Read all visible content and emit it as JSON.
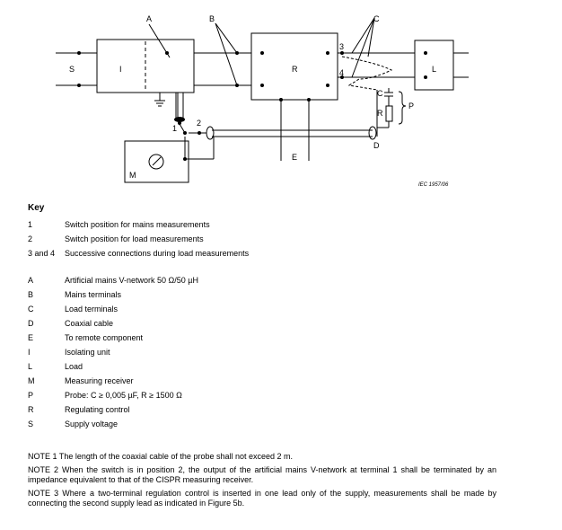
{
  "diagram": {
    "labels": {
      "A": "A",
      "B": "B",
      "C_top": "C",
      "S": "S",
      "I": "I",
      "R": "R",
      "L": "L",
      "M": "M",
      "E": "E",
      "D": "D",
      "P": "P",
      "C_probe": "C",
      "R_probe": "R",
      "t1": "1",
      "t2": "2",
      "t3": "3",
      "t4": "4"
    },
    "iec_ref": "IEC  1957/06"
  },
  "key": {
    "title": "Key",
    "group1": [
      {
        "k": "1",
        "v": "Switch position for mains measurements"
      },
      {
        "k": "2",
        "v": "Switch position for load measurements"
      },
      {
        "k": "3 and 4",
        "v": "Successive connections during load measurements"
      }
    ],
    "group2": [
      {
        "k": "A",
        "v": "Artificial mains V-network 50 Ω/50 µH"
      },
      {
        "k": "B",
        "v": "Mains terminals"
      },
      {
        "k": "C",
        "v": "Load terminals"
      },
      {
        "k": "D",
        "v": "Coaxial cable"
      },
      {
        "k": "E",
        "v": "To remote component"
      },
      {
        "k": "I",
        "v": "Isolating unit"
      },
      {
        "k": "L",
        "v": "Load"
      },
      {
        "k": "M",
        "v": "Measuring receiver"
      },
      {
        "k": "P",
        "v": "Probe: C ≥ 0,005 µF, R ≥ 1500 Ω"
      },
      {
        "k": "R",
        "v": "Regulating control"
      },
      {
        "k": "S",
        "v": "Supply voltage"
      }
    ]
  },
  "notes": [
    "NOTE 1   The length of the coaxial cable of the probe shall not exceed 2 m.",
    "NOTE 2   When the switch is in position 2, the output of the artificial mains V-network at terminal 1 shall be terminated by an impedance equivalent to that of the CISPR measuring receiver.",
    "NOTE 3   Where a two-terminal regulation control is inserted in one lead only of the supply, measurements shall be made by connecting the second supply lead as indicated in Figure 5b."
  ]
}
